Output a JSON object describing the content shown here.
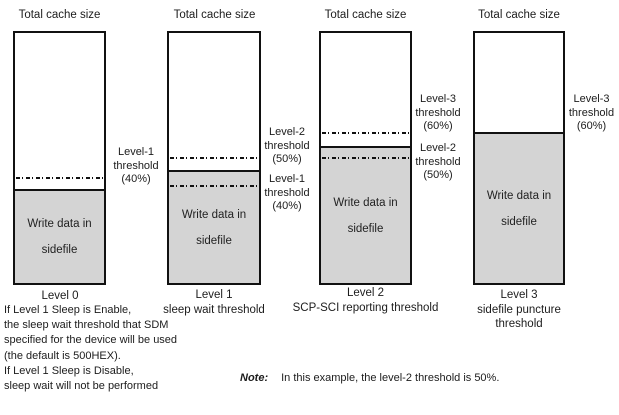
{
  "figure": {
    "colors": {
      "sidefile_fill": "#d4d4d4",
      "line": "#111111"
    },
    "bars": [
      {
        "title": "Total cache size",
        "fill_label": "Write data in\nsidefile",
        "caption": "Level 0",
        "thresholds": [
          {
            "name": "level-1",
            "percent": 40,
            "label": "Level-1\nthreshold\n(40%)"
          }
        ]
      },
      {
        "title": "Total cache size",
        "fill_label": "Write data in\nsidefile",
        "caption": "Level 1\nsleep wait threshold",
        "thresholds": [
          {
            "name": "level-2",
            "percent": 50,
            "label": "Level-2\nthreshold\n(50%)"
          },
          {
            "name": "level-1",
            "percent": 40,
            "label": "Level-1\nthreshold\n(40%)"
          }
        ]
      },
      {
        "title": "Total cache size",
        "fill_label": "Write data in\nsidefile",
        "caption": "Level 2\nSCP-SCI reporting threshold",
        "thresholds": [
          {
            "name": "level-3",
            "percent": 60,
            "label": "Level-3\nthreshold\n(60%)"
          },
          {
            "name": "level-2",
            "percent": 50,
            "label": "Level-2\nthreshold\n(50%)"
          }
        ]
      },
      {
        "title": "Total cache size",
        "fill_label": "Write data in\nsidefile",
        "caption": "Level 3\nsidefile puncture\nthreshold",
        "thresholds": [
          {
            "name": "level-3",
            "percent": 60,
            "label": "Level-3\nthreshold\n(60%)"
          }
        ]
      }
    ],
    "footnote": "If Level 1 Sleep is Enable,\nthe sleep wait threshold that SDM\nspecified for the device will be used\n(the default is 500HEX).\nIf Level 1 Sleep is Disable,\nsleep wait will not be performed",
    "note_label": "Note:",
    "note_text": "In this example, the level-2 threshold is 50%."
  }
}
